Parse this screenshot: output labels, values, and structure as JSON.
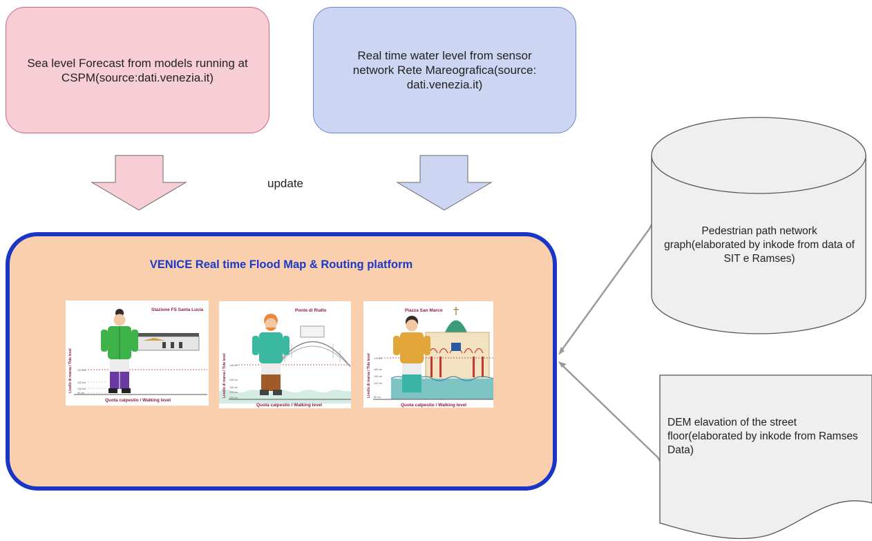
{
  "sources": {
    "forecast": "Sea level Forecast from models running at CSPM(source:dati.venezia.it)",
    "realtime": "Real time water level from sensor network Rete Mareografica(source: dati.venezia.it)"
  },
  "update_label": "update",
  "platform": {
    "title": "VENICE Real time Flood Map & Routing platform",
    "cards": [
      {
        "title": "Stazione FS  Santa Lucia",
        "yaxis": "Livello di marea / Tide level",
        "ticks": [
          "104 cm",
          "100 cm",
          "130 cm",
          "90 cm"
        ],
        "footer": "Quota calpestio / Walking level"
      },
      {
        "title": "Ponte di Rialto",
        "yaxis": "Livello di marea / Tide level",
        "ticks": [
          "148 cm",
          "140 cm",
          "130 cm",
          "120 cm",
          "100 cm"
        ],
        "footer": "Quota calpestio / Walking level"
      },
      {
        "title": "Piazza San Marco",
        "yaxis": "Livello di marea / Tide level",
        "ticks": [
          "176 cm",
          "160 cm",
          "140 cm",
          "120 cm",
          "80 cm"
        ],
        "footer": "Quota calpestio / Walking level"
      }
    ]
  },
  "database": {
    "label": "Pedestrian path network graph(elaborated by  inkode from data of  SIT e Ramses)"
  },
  "document": {
    "label": "DEM elavation of the street floor(elaborated by inkode from Ramses Data)"
  },
  "colors": {
    "pink_fill": "#f7cdd6",
    "pink_stroke": "#d3607d",
    "blue_fill": "#ccd5f2",
    "blue_stroke": "#6f84d3",
    "platform_fill": "#f9cfae",
    "platform_border": "#1a36c5",
    "node_fill": "#efefef",
    "node_stroke": "#555555",
    "connector": "#9a9a9a",
    "card_title": "#8c1d3c"
  }
}
